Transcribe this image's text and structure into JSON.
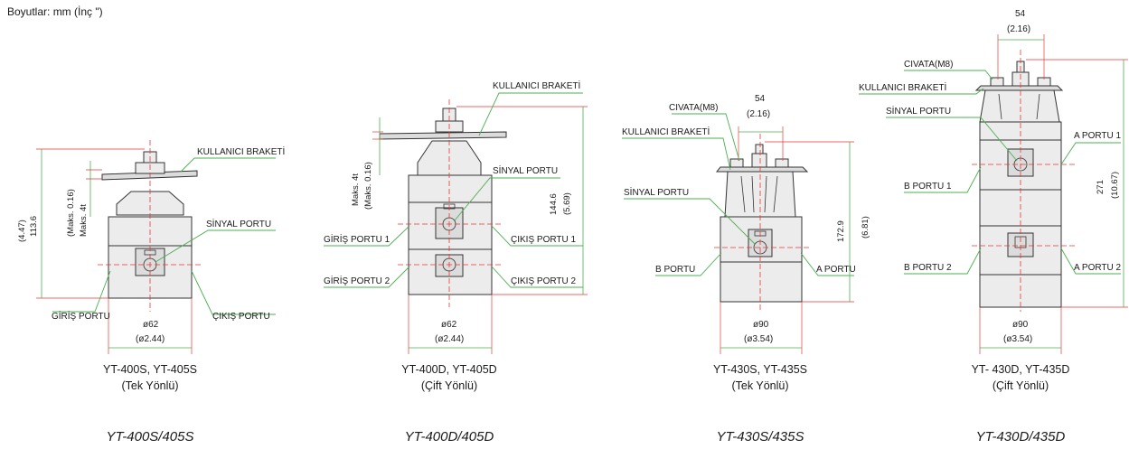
{
  "header": "Boyutlar: mm (İnç \")",
  "units": {
    "u1": {
      "labels": {
        "bracket": "KULLANICI BRAKETİ",
        "signal": "SİNYAL PORTU",
        "inlet": "GİRİŞ PORTU",
        "outlet": "ÇIKIŞ PORTU",
        "dim_h": "113.6",
        "dim_h_in": "(4.47)",
        "dim_max": "Maks. 4t",
        "dim_max_in": "(Maks. 0.16)",
        "dim_w": "ø62",
        "dim_w_in": "(ø2.44)"
      },
      "caption1": "YT-400S, YT-405S",
      "caption2": "(Tek Yönlü)",
      "model": "YT-400S/405S"
    },
    "u2": {
      "labels": {
        "bracket": "KULLANICI BRAKETİ",
        "signal": "SİNYAL PORTU",
        "inlet1": "GİRİŞ PORTU 1",
        "inlet2": "GİRİŞ PORTU 2",
        "outlet1": "ÇIKIŞ PORTU  1",
        "outlet2": "ÇIKIŞ PORTU  2",
        "dim_h": "144.6",
        "dim_h_in": "(5.69)",
        "dim_max": "Maks. 4t",
        "dim_max_in": "(Maks. 0.16)",
        "dim_w": "ø62",
        "dim_w_in": "(ø2.44)"
      },
      "caption1": "YT-400D, YT-405D",
      "caption2": "(Çift Yönlü)",
      "model": "YT-400D/405D"
    },
    "u3": {
      "labels": {
        "bolt": "CIVATA(M8)",
        "bracket": "KULLANICI BRAKETİ",
        "signal": "SİNYAL PORTU",
        "b_port": "B PORTU",
        "a_port": "A PORTU",
        "dim_top": "54",
        "dim_top_in": "(2.16)",
        "dim_h": "172.9",
        "dim_h_in": "(6.81)",
        "dim_w": "ø90",
        "dim_w_in": "(ø3.54)"
      },
      "caption1": "YT-430S, YT-435S",
      "caption2": "(Tek Yönlü)",
      "model": "YT-430S/435S"
    },
    "u4": {
      "labels": {
        "bolt": "CIVATA(M8)",
        "bracket": "KULLANICI BRAKETİ",
        "signal": "SİNYAL PORTU",
        "a1": "A PORTU 1",
        "b1": "B PORTU 1",
        "a2": "A PORTU 2",
        "b2": "B PORTU 2",
        "dim_top": "54",
        "dim_top_in": "(2.16)",
        "dim_h": "271",
        "dim_h_in": "(10.67)",
        "dim_w": "ø90",
        "dim_w_in": "(ø3.54)"
      },
      "caption1": "YT- 430D, YT-435D",
      "caption2": "(Çift Yönlü)",
      "model": "YT-430D/435D"
    }
  }
}
